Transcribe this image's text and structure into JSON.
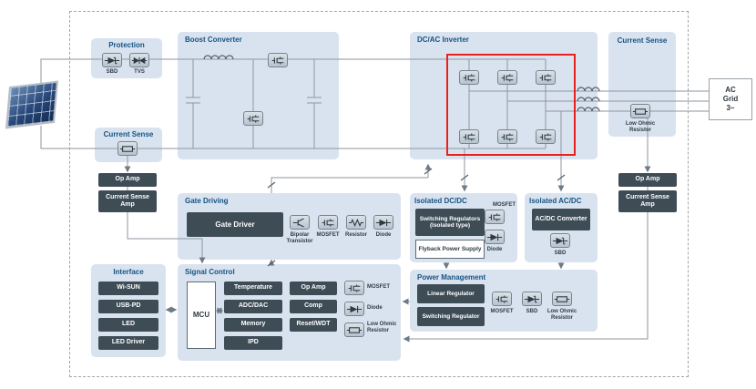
{
  "colors": {
    "accent_red": "#e8211d",
    "panel_blue": "#d9e3f0",
    "dark_button": "#3e4c56",
    "title_blue": "#155381",
    "wire_gray": "#8e969e"
  },
  "ac_grid": {
    "lines": [
      "AC",
      "Grid",
      "3~"
    ]
  },
  "protection": {
    "title": "Protection",
    "items": [
      {
        "icon": "sbd",
        "label": "SBD"
      },
      {
        "icon": "tvs",
        "label": "TVS"
      }
    ]
  },
  "boost": {
    "title": "Boost Converter",
    "icons": [
      {
        "icon": "mosfet"
      },
      {
        "icon": "mosfet"
      }
    ]
  },
  "inverter": {
    "title": "DC/AC Inverter",
    "icon": "mosfet"
  },
  "current_sense_top": {
    "title": "Current Sense",
    "item": {
      "icon": "low-ohmic",
      "label": "Low Ohmic Resistor"
    }
  },
  "current_sense_left": {
    "title": "Current Sense",
    "item": {
      "icon": "low-ohmic"
    }
  },
  "amps_left": {
    "op_amp": "Op Amp",
    "cs_amp": "Current Sense Amp"
  },
  "amps_right": {
    "op_amp": "Op Amp",
    "cs_amp": "Current Sense Amp"
  },
  "gate_driving": {
    "title": "Gate Driving",
    "gate_driver": "Gate Driver",
    "items": [
      {
        "icon": "bipolar",
        "label": "Bipolar Transistor"
      },
      {
        "icon": "mosfet",
        "label": "MOSFET"
      },
      {
        "icon": "resistor",
        "label": "Resistor"
      },
      {
        "icon": "diode",
        "label": "Diode"
      }
    ]
  },
  "isolated_dcdc": {
    "title": "Isolated DC/DC",
    "box_dark": "Switching Regulators (Isolated type)",
    "box_light": "Flyback Power Supply",
    "items": [
      {
        "icon": "mosfet",
        "label": "MOSFET"
      },
      {
        "icon": "diode",
        "label": "Diode"
      }
    ]
  },
  "isolated_acdc": {
    "title": "Isolated AC/DC",
    "box_dark": "AC/DC Converter",
    "items": [
      {
        "icon": "sbd",
        "label": "SBD"
      }
    ]
  },
  "power_management": {
    "title": "Power Management",
    "box1": "Linear Regulator",
    "box2": "Switching Regulator",
    "items": [
      {
        "icon": "mosfet",
        "label": "MOSFET"
      },
      {
        "icon": "sbd",
        "label": "SBD"
      },
      {
        "icon": "low-ohmic",
        "label": "Low Ohmic Resistor"
      }
    ]
  },
  "interface": {
    "title": "Interface",
    "items": [
      "Wi-SUN",
      "USB-PD",
      "LED",
      "LED Driver"
    ]
  },
  "signal_control": {
    "title": "Signal Control",
    "mcu": "MCU",
    "peripherals": [
      "Temperature",
      "ADC/DAC",
      "Memory",
      "IPD"
    ],
    "analog": [
      "Op Amp",
      "Comp",
      "Reset/WDT"
    ],
    "items": [
      {
        "icon": "mosfet",
        "label": "MOSFET"
      },
      {
        "icon": "diode",
        "label": "Diode"
      },
      {
        "icon": "low-ohmic",
        "label": "Low Ohmic Resistor"
      }
    ]
  }
}
